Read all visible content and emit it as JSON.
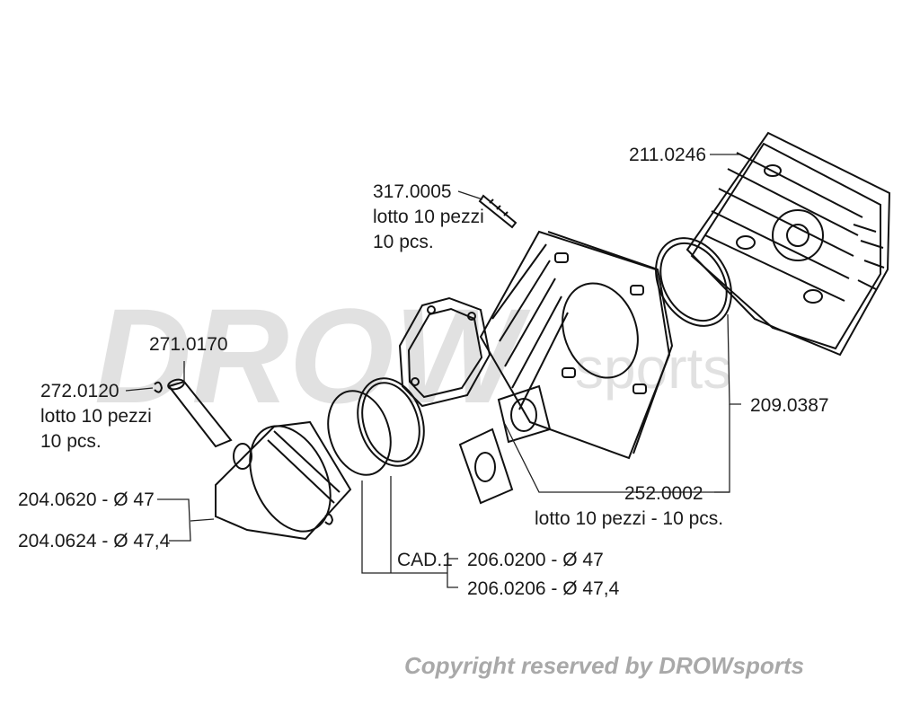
{
  "watermark": {
    "brand_main": "DROW",
    "brand_sub": "sports"
  },
  "copyright": "Copyright reserved by DROWsports",
  "labels": {
    "head_code": "211.0246",
    "stud_code": "317.0005",
    "stud_lot": "lotto 10 pezzi",
    "stud_pcs": "10 pcs.",
    "pin_code": "271.0170",
    "clip_code": "272.0120",
    "clip_lot": "lotto 10 pezzi",
    "clip_pcs": "10 pcs.",
    "oring_code": "209.0387",
    "gasket_code": "252.0002",
    "gasket_lot": "lotto 10 pezzi - 10 pcs.",
    "piston_a": "204.0620 - Ø 47",
    "piston_b": "204.0624 - Ø 47,4",
    "ring_cad": "CAD.1",
    "ring_a": "206.0200 - Ø 47",
    "ring_b": "206.0206 - Ø 47,4"
  }
}
